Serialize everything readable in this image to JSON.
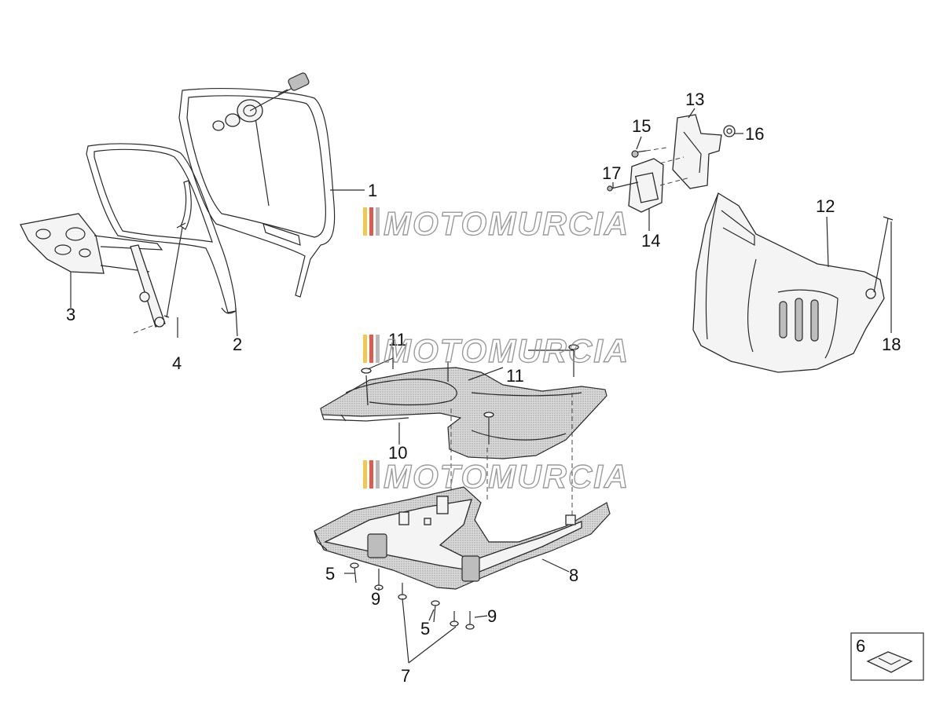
{
  "watermark": {
    "text": "MOTOMURCIA",
    "stripe_colors": [
      "#f2c94c",
      "#e05a4f",
      "#b9b9b9"
    ]
  },
  "callouts": [
    "1",
    "2",
    "3",
    "4",
    "5",
    "5",
    "6",
    "7",
    "8",
    "9",
    "9",
    "10",
    "11",
    "11",
    "12",
    "13",
    "14",
    "15",
    "16",
    "17",
    "18"
  ]
}
